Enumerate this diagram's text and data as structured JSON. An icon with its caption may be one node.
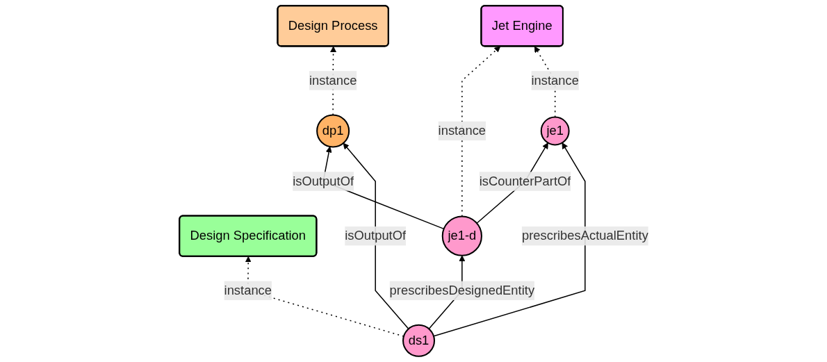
{
  "diagram": {
    "nodes": [
      {
        "text": [
          "Design Process"
        ]
      },
      {
        "text": [
          "Design Specification"
        ]
      },
      {
        "text": [
          "Jet Engine"
        ]
      },
      {
        "text": [
          "dp1"
        ]
      },
      {
        "text": [
          "je1-d"
        ]
      },
      {
        "text": [
          "ds1"
        ]
      },
      {
        "text": [
          "je1"
        ]
      }
    ],
    "edges": [
      {
        "from": 3,
        "to": 0,
        "arrow": "to",
        "label": "instance",
        "style": "dashed"
      },
      {
        "from": 5,
        "to": 1,
        "arrow": "to",
        "label": "instance",
        "style": "dashed"
      },
      {
        "from": 4,
        "to": 2,
        "arrow": "to",
        "label": "instance",
        "style": "dashed"
      },
      {
        "from": 6,
        "to": 2,
        "arrow": "to",
        "label": "instance",
        "style": "dashed"
      },
      {
        "from": 4,
        "to": 3,
        "arrow": "to",
        "label": "isOutputOf"
      },
      {
        "from": 5,
        "to": 3,
        "arrow": "to",
        "label": "isOutputOf"
      },
      {
        "from": 5,
        "to": 4,
        "arrow": "to",
        "label": "prescribesDesignedEntity"
      },
      {
        "from": 4,
        "to": 6,
        "arrow": "to",
        "label": "isCounterPartOf"
      },
      {
        "from": 5,
        "to": 6,
        "arrow": "to",
        "label": "prescribesActualEntity"
      }
    ]
  }
}
